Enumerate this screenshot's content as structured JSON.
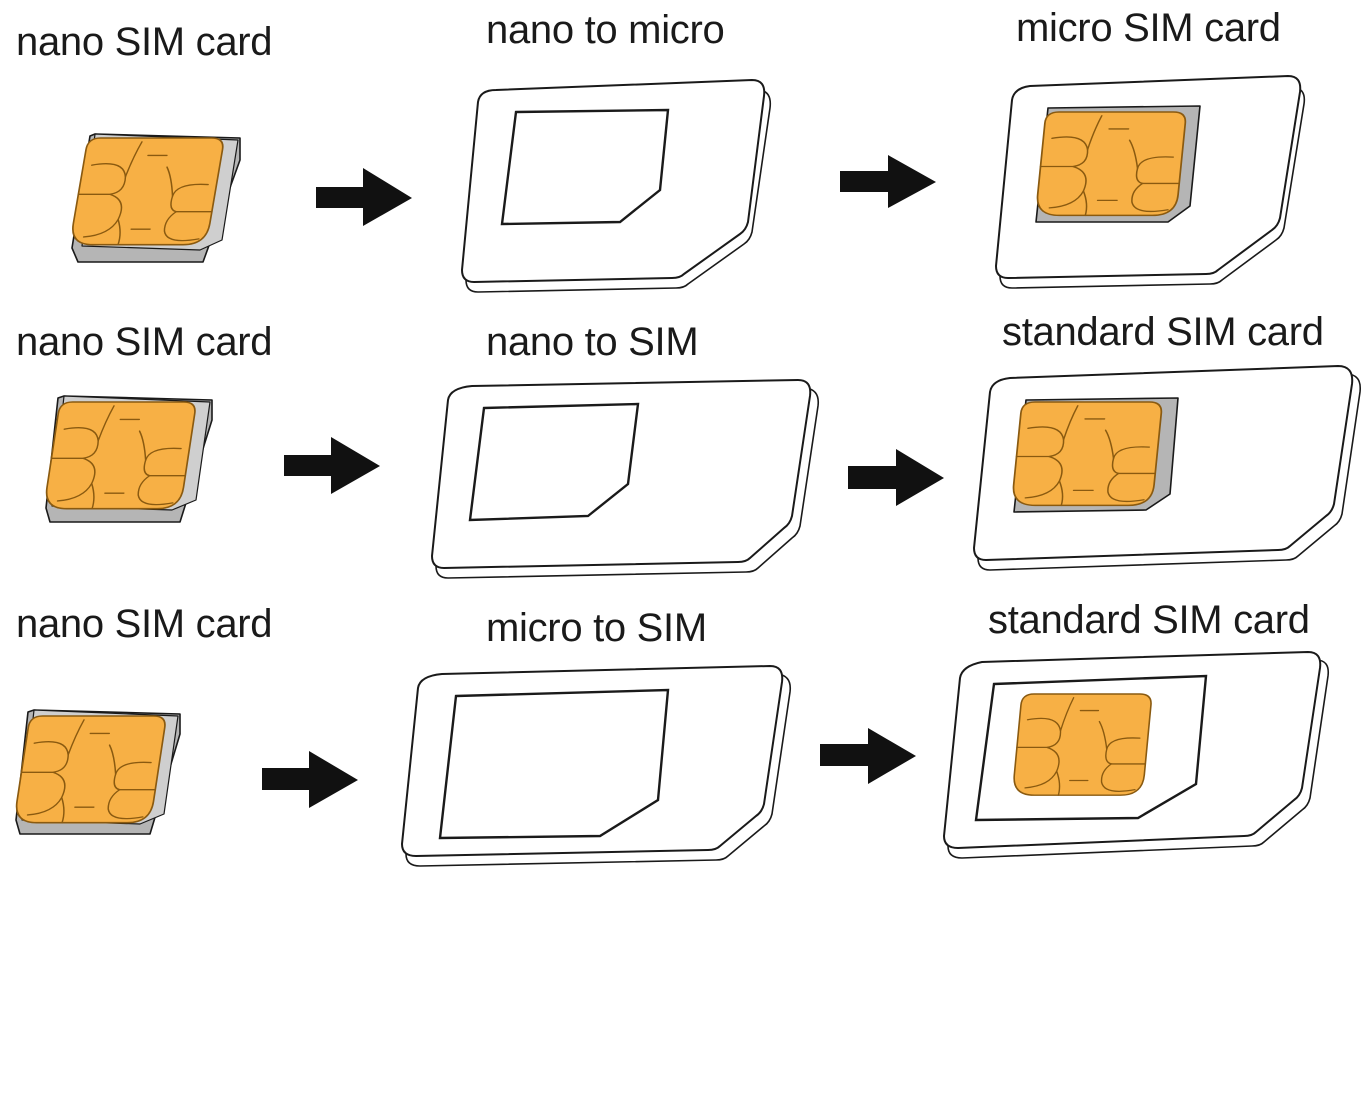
{
  "rows": [
    {
      "source_label": "nano SIM card",
      "adapter_label": "nano to micro",
      "result_label": "micro SIM card"
    },
    {
      "source_label": "nano SIM card",
      "adapter_label": "nano to SIM",
      "result_label": "standard SIM card"
    },
    {
      "source_label": "nano SIM card",
      "adapter_label": "micro to SIM",
      "result_label": "standard SIM card"
    }
  ],
  "colors": {
    "chip": "#f7b045",
    "chip_outline": "#8a5a10",
    "sim_tray": "#b5b5b5",
    "card_fill": "#ffffff",
    "card_outline": "#1a1a1a",
    "arrow": "#111111"
  },
  "icons": [
    "nano-sim-icon",
    "adapter-icon",
    "assembled-card-icon",
    "arrow-right-icon"
  ]
}
